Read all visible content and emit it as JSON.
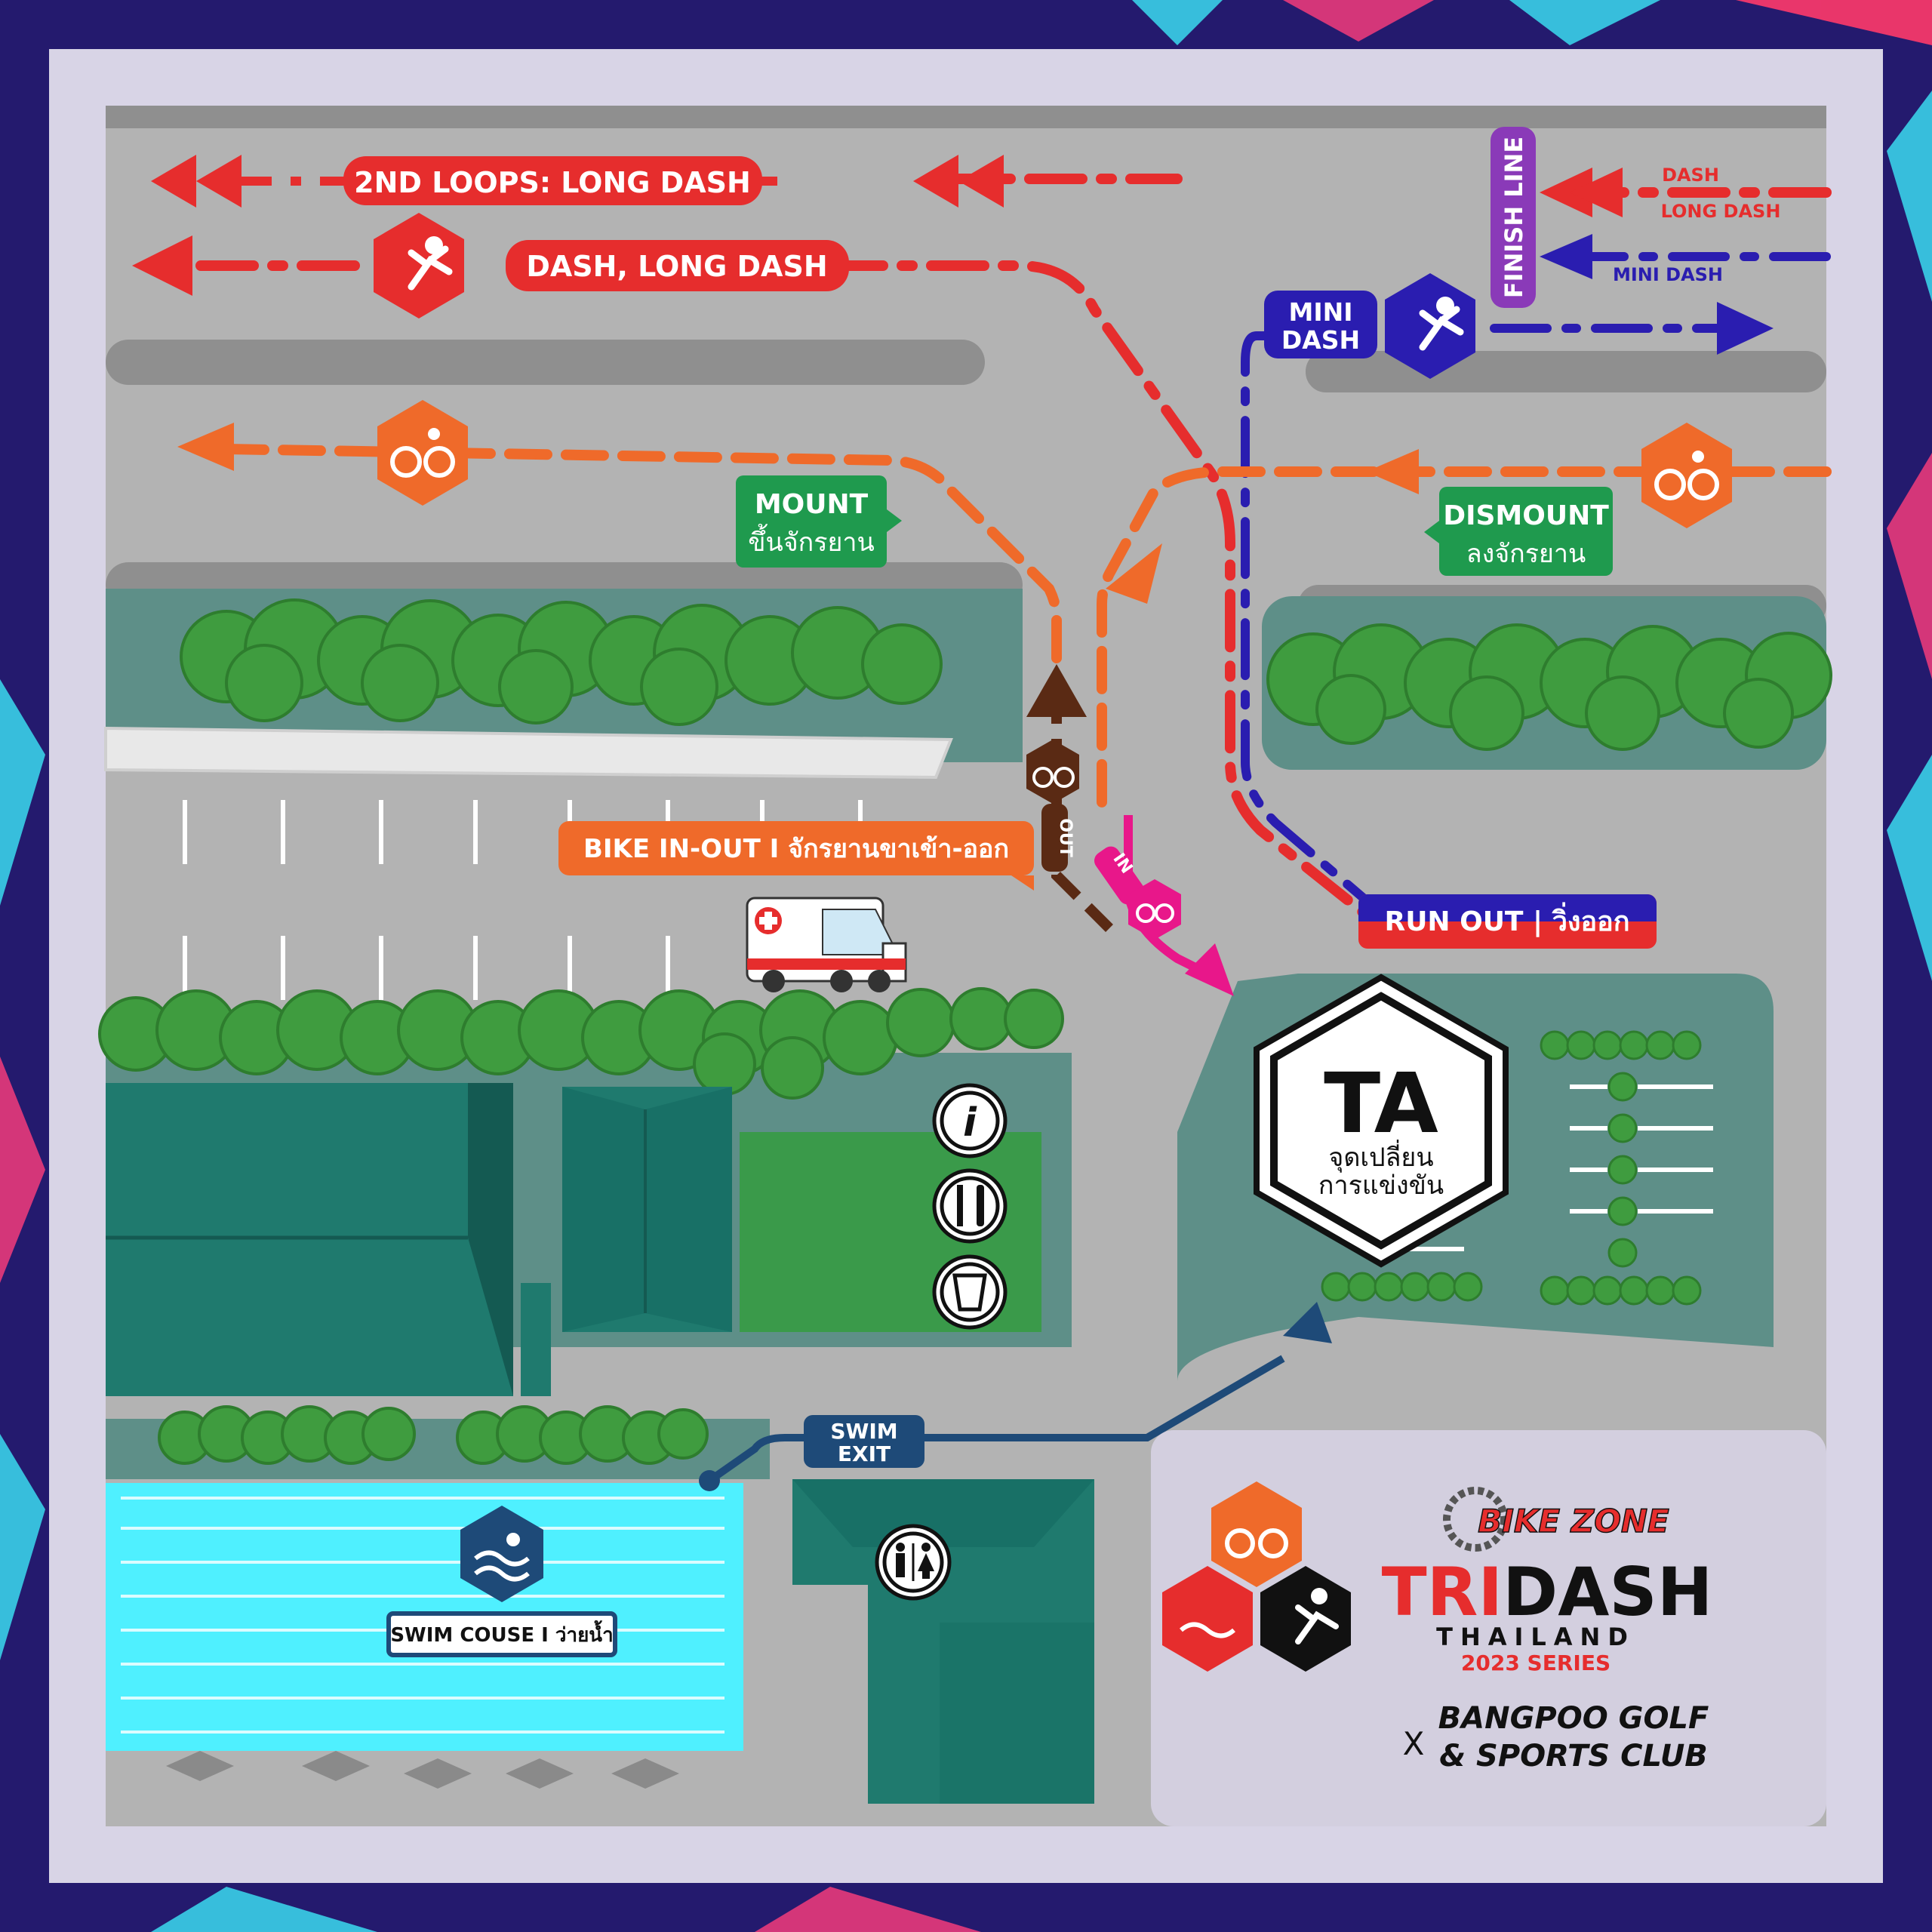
{
  "colors": {
    "frame_dark": "#241a6e",
    "frame_panel": "#d8d4e6",
    "road": "#b3b3b3",
    "curb": "#8f8f8f",
    "grass": "#5e8f88",
    "tree": "#3f9c3f",
    "building": "#1f7a6e",
    "building_dark": "#145a52",
    "field": "#3a9a4a",
    "pool": "#4ff0ff",
    "run_red": "#e62d2d",
    "bike_orange": "#ef6a2a",
    "mini_blue": "#2a1db0",
    "bike_brown": "#5a2a14",
    "bike_pink": "#e8178a",
    "swim_blue": "#1e4a78",
    "label_green": "#1f9a4e",
    "hex_black": "#111111"
  },
  "route_labels": {
    "second_loops": "2ND LOOPS: LONG DASH",
    "dash_long_dash": "DASH, LONG DASH",
    "mini_dash": "MINI\nDASH",
    "finish_line": "FINISH LINE",
    "dash_top": "DASH",
    "long_dash_top": "LONG DASH",
    "mini_dash_top": "MINI DASH",
    "mount_en": "MOUNT",
    "mount_th": "ขึ้นจักรยาน",
    "dismount_en": "DISMOUNT",
    "dismount_th": "ลงจักรยาน",
    "bike_in_out": "BIKE IN-OUT I จักรยานขาเข้า-ออก",
    "bike_out": "OUT",
    "bike_in": "IN",
    "run_out": "RUN OUT | วิ่งออก",
    "swim_exit": "SWIM\nEXIT",
    "swim_course": "SWIM COUSE I ว่ายน้ำ"
  },
  "transition": {
    "code": "TA",
    "th_line1": "จุดเปลี่ยน",
    "th_line2": "การแข่งขัน"
  },
  "facility_icons": [
    "info-icon",
    "food-icon",
    "drink-icon",
    "restroom-icon",
    "ambulance-icon"
  ],
  "branding": {
    "sponsor": "BIKE ZONE",
    "event_title_a": "TRI",
    "event_title_b": "DASH",
    "country": "THAILAND",
    "series": "2023 SERIES",
    "x": "X",
    "venue_line1": "BANGPOO GOLF",
    "venue_line2": "& SPORTS CLUB"
  }
}
